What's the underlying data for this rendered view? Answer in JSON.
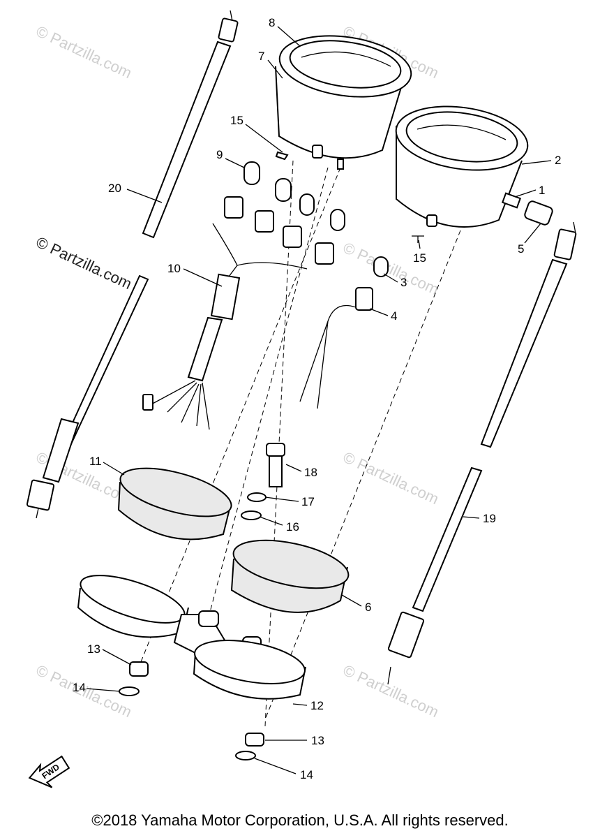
{
  "watermark": "© Partzilla.com",
  "copyright": "©2018 Yamaha Motor Corporation, U.S.A. All rights reserved.",
  "fwd_label": "FWD",
  "callouts": {
    "c1": "1",
    "c2": "2",
    "c3": "3",
    "c4": "4",
    "c5": "5",
    "c6": "6",
    "c7": "7",
    "c8": "8",
    "c9": "9",
    "c10": "10",
    "c11": "11",
    "c12": "12",
    "c13a": "13",
    "c13b": "13",
    "c14a": "14",
    "c14b": "14",
    "c15a": "15",
    "c15b": "15",
    "c16": "16",
    "c17": "17",
    "c18": "18",
    "c19": "19",
    "c20": "20"
  }
}
